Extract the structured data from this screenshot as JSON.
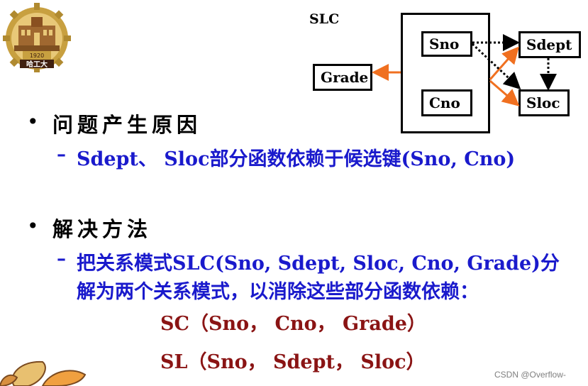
{
  "logo": {
    "year": "1920",
    "name": "哈工大"
  },
  "diagram": {
    "relation_label": "SLC",
    "nodes": {
      "sno": "Sno",
      "cno": "Cno",
      "grade": "Grade",
      "sdept": "Sdept",
      "sloc": "Sloc"
    },
    "colors": {
      "orange_arrow": "#f07020",
      "black_arrow": "#000000"
    }
  },
  "section1": {
    "title": "问题产生原因",
    "sub": "Sdept、 Sloc部分函数依赖于候选键(Sno, Cno)"
  },
  "section2": {
    "title": "解决方法",
    "sub_line1": "把关系模式SLC(Sno, Sdept, Sloc, Cno, Grade)分",
    "sub_line2": "解为两个关系模式，以消除这些部分函数依赖：",
    "result1": "SC（Sno， Cno， Grade）",
    "result2": "SL（Sno， Sdept， Sloc）"
  },
  "watermark": "CSDN @Overflow-",
  "colors": {
    "sub_text": "#1a1acc",
    "result_text": "#8a1414"
  }
}
